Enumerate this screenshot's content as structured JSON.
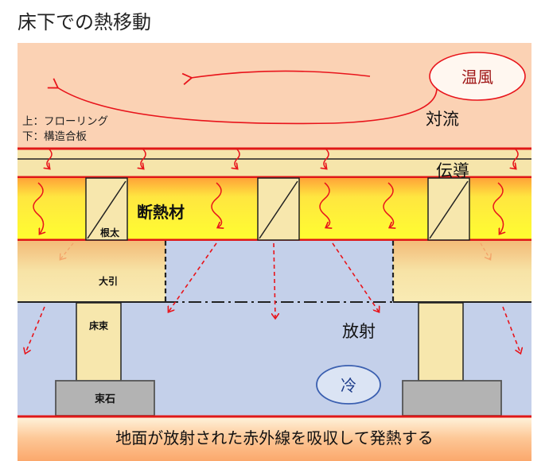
{
  "title": "床下での熱移動",
  "labels": {
    "warm_air": "温風",
    "convection": "対流",
    "flooring_top": "上：フローリング",
    "flooring_bottom": "下：構造合板",
    "conduction": "伝導",
    "insulation": "断熱材",
    "joist": "根太",
    "beam": "大引",
    "post": "床束",
    "radiation": "放射",
    "cold": "冷",
    "footing": "束石",
    "ground_caption": "地面が放射された赤外線を吸収して発熱する"
  },
  "colors": {
    "room": "#fbd2b4",
    "insulation": "#ffe43a",
    "crawl_space": "#c4d0ea",
    "wood": "#f7e7ad",
    "footing": "#b3b3b3",
    "ground": "#fcb27f",
    "heat_arrow": "#e8141b",
    "cold_ellipse": "#3a5fb0"
  }
}
